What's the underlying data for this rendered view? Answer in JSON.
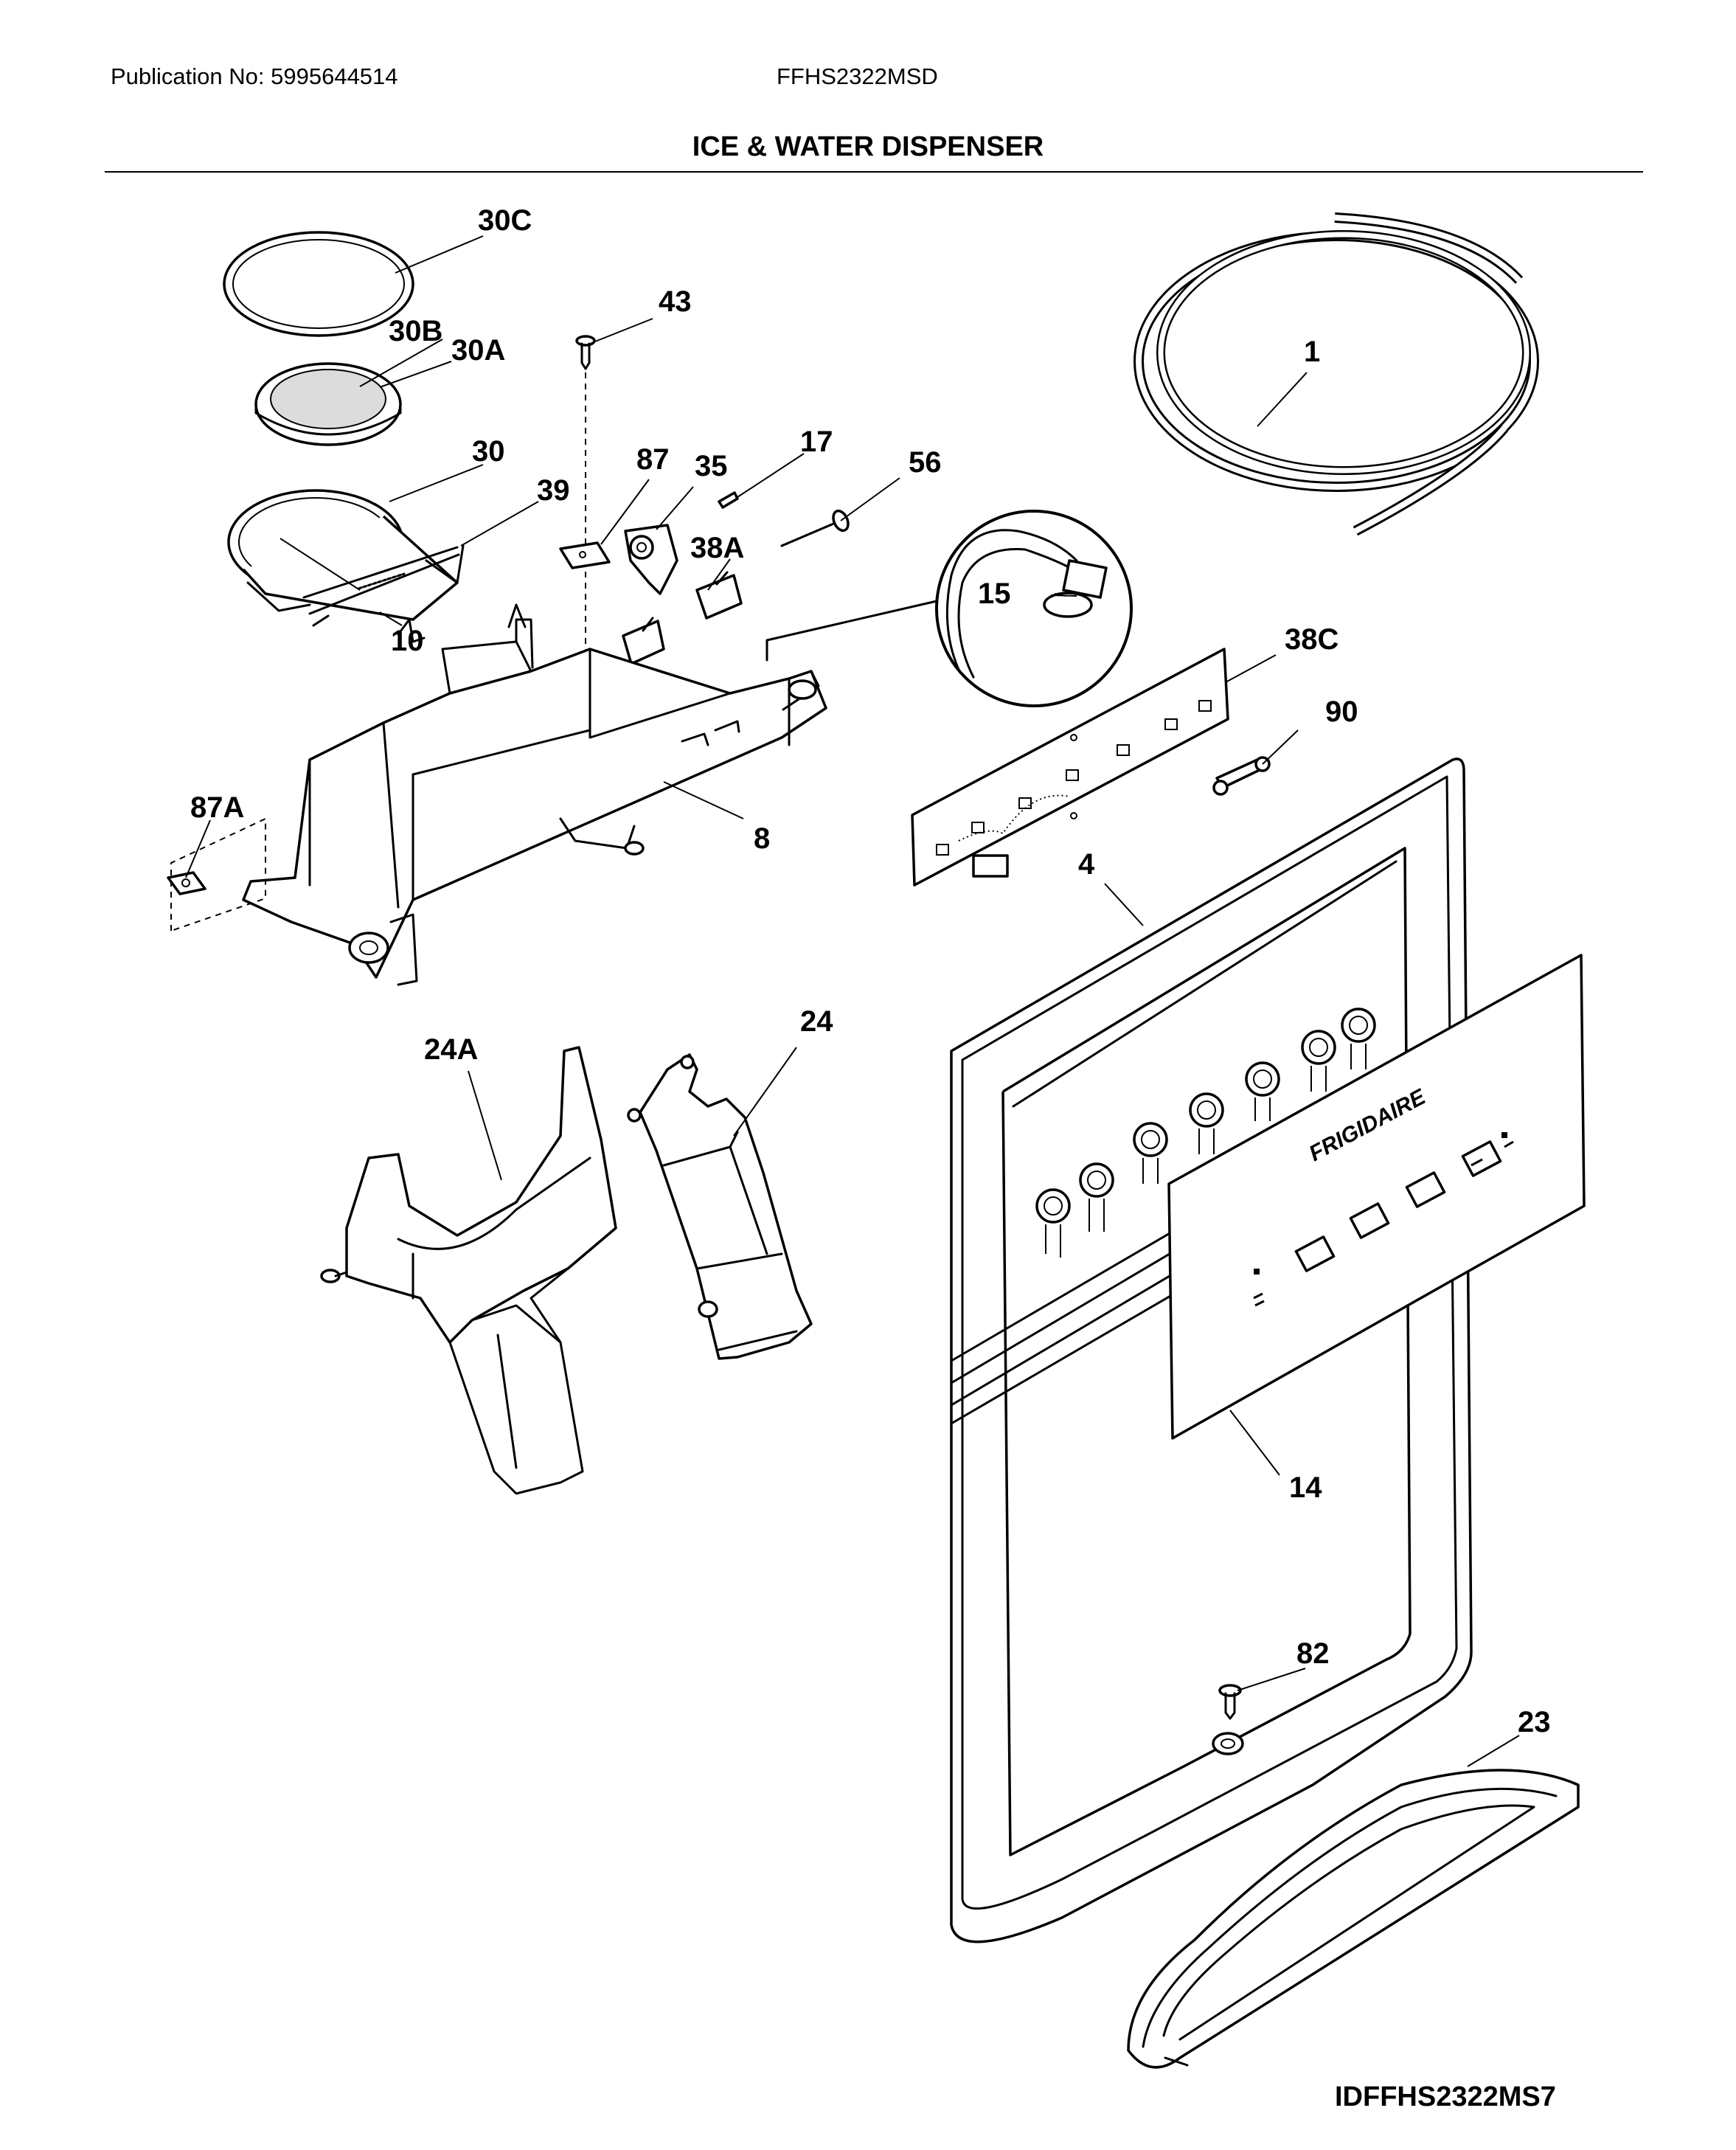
{
  "header": {
    "publication": "Publication No: 5995644514",
    "model": "FFHS2322MSD",
    "title": "ICE & WATER DISPENSER"
  },
  "footer": {
    "diagram_id": "IDFFHS2322MS7"
  },
  "brand_text": "FRIGIDAIRE",
  "parts": [
    {
      "label": "30C"
    },
    {
      "label": "43"
    },
    {
      "label": "30B"
    },
    {
      "label": "30A"
    },
    {
      "label": "1"
    },
    {
      "label": "30"
    },
    {
      "label": "87"
    },
    {
      "label": "35"
    },
    {
      "label": "17"
    },
    {
      "label": "56"
    },
    {
      "label": "39"
    },
    {
      "label": "38A"
    },
    {
      "label": "15"
    },
    {
      "label": "10"
    },
    {
      "label": "38C"
    },
    {
      "label": "90"
    },
    {
      "label": "87A"
    },
    {
      "label": "8"
    },
    {
      "label": "4"
    },
    {
      "label": "24"
    },
    {
      "label": "24A"
    },
    {
      "label": "14"
    },
    {
      "label": "82"
    },
    {
      "label": "23"
    }
  ]
}
